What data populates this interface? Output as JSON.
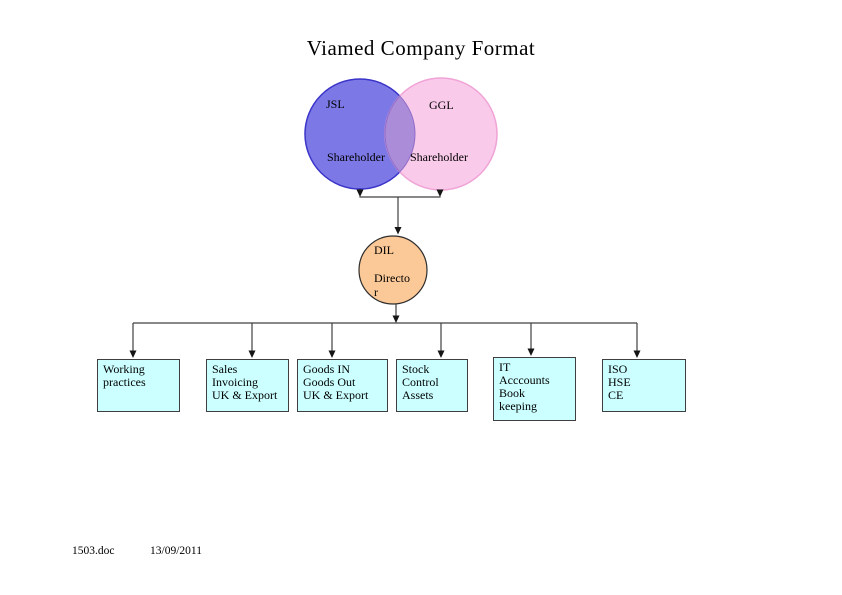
{
  "page_title": "Viamed Company Format",
  "venn": {
    "left": {
      "name": "JSL",
      "role": "Shareholder"
    },
    "right": {
      "name": "GGL",
      "role": "Shareholder"
    }
  },
  "director": {
    "text": "DIL\n\nDirecto\nr"
  },
  "departments": [
    {
      "label": "Working\npractices"
    },
    {
      "label": "Sales\nInvoicing\nUK & Export"
    },
    {
      "label": "Goods IN\nGoods Out\nUK & Export"
    },
    {
      "label": "Stock\nControl\nAssets"
    },
    {
      "label": "IT\nAcccounts\nBook\nkeeping"
    },
    {
      "label": "ISO\nHSE\nCE"
    }
  ],
  "footer": {
    "filename": "1503.doc",
    "date": "13/09/2011"
  },
  "colors": {
    "venn_left_fill": "#7c78e6",
    "venn_left_stroke": "#3b35c9",
    "venn_right_fill": "#facaea",
    "venn_right_stroke": "#f0a3d6",
    "venn_overlap_fill": "#ab8cd9",
    "director_fill": "#fbc897",
    "department_fill": "#ccffff",
    "connector": "#404040"
  }
}
